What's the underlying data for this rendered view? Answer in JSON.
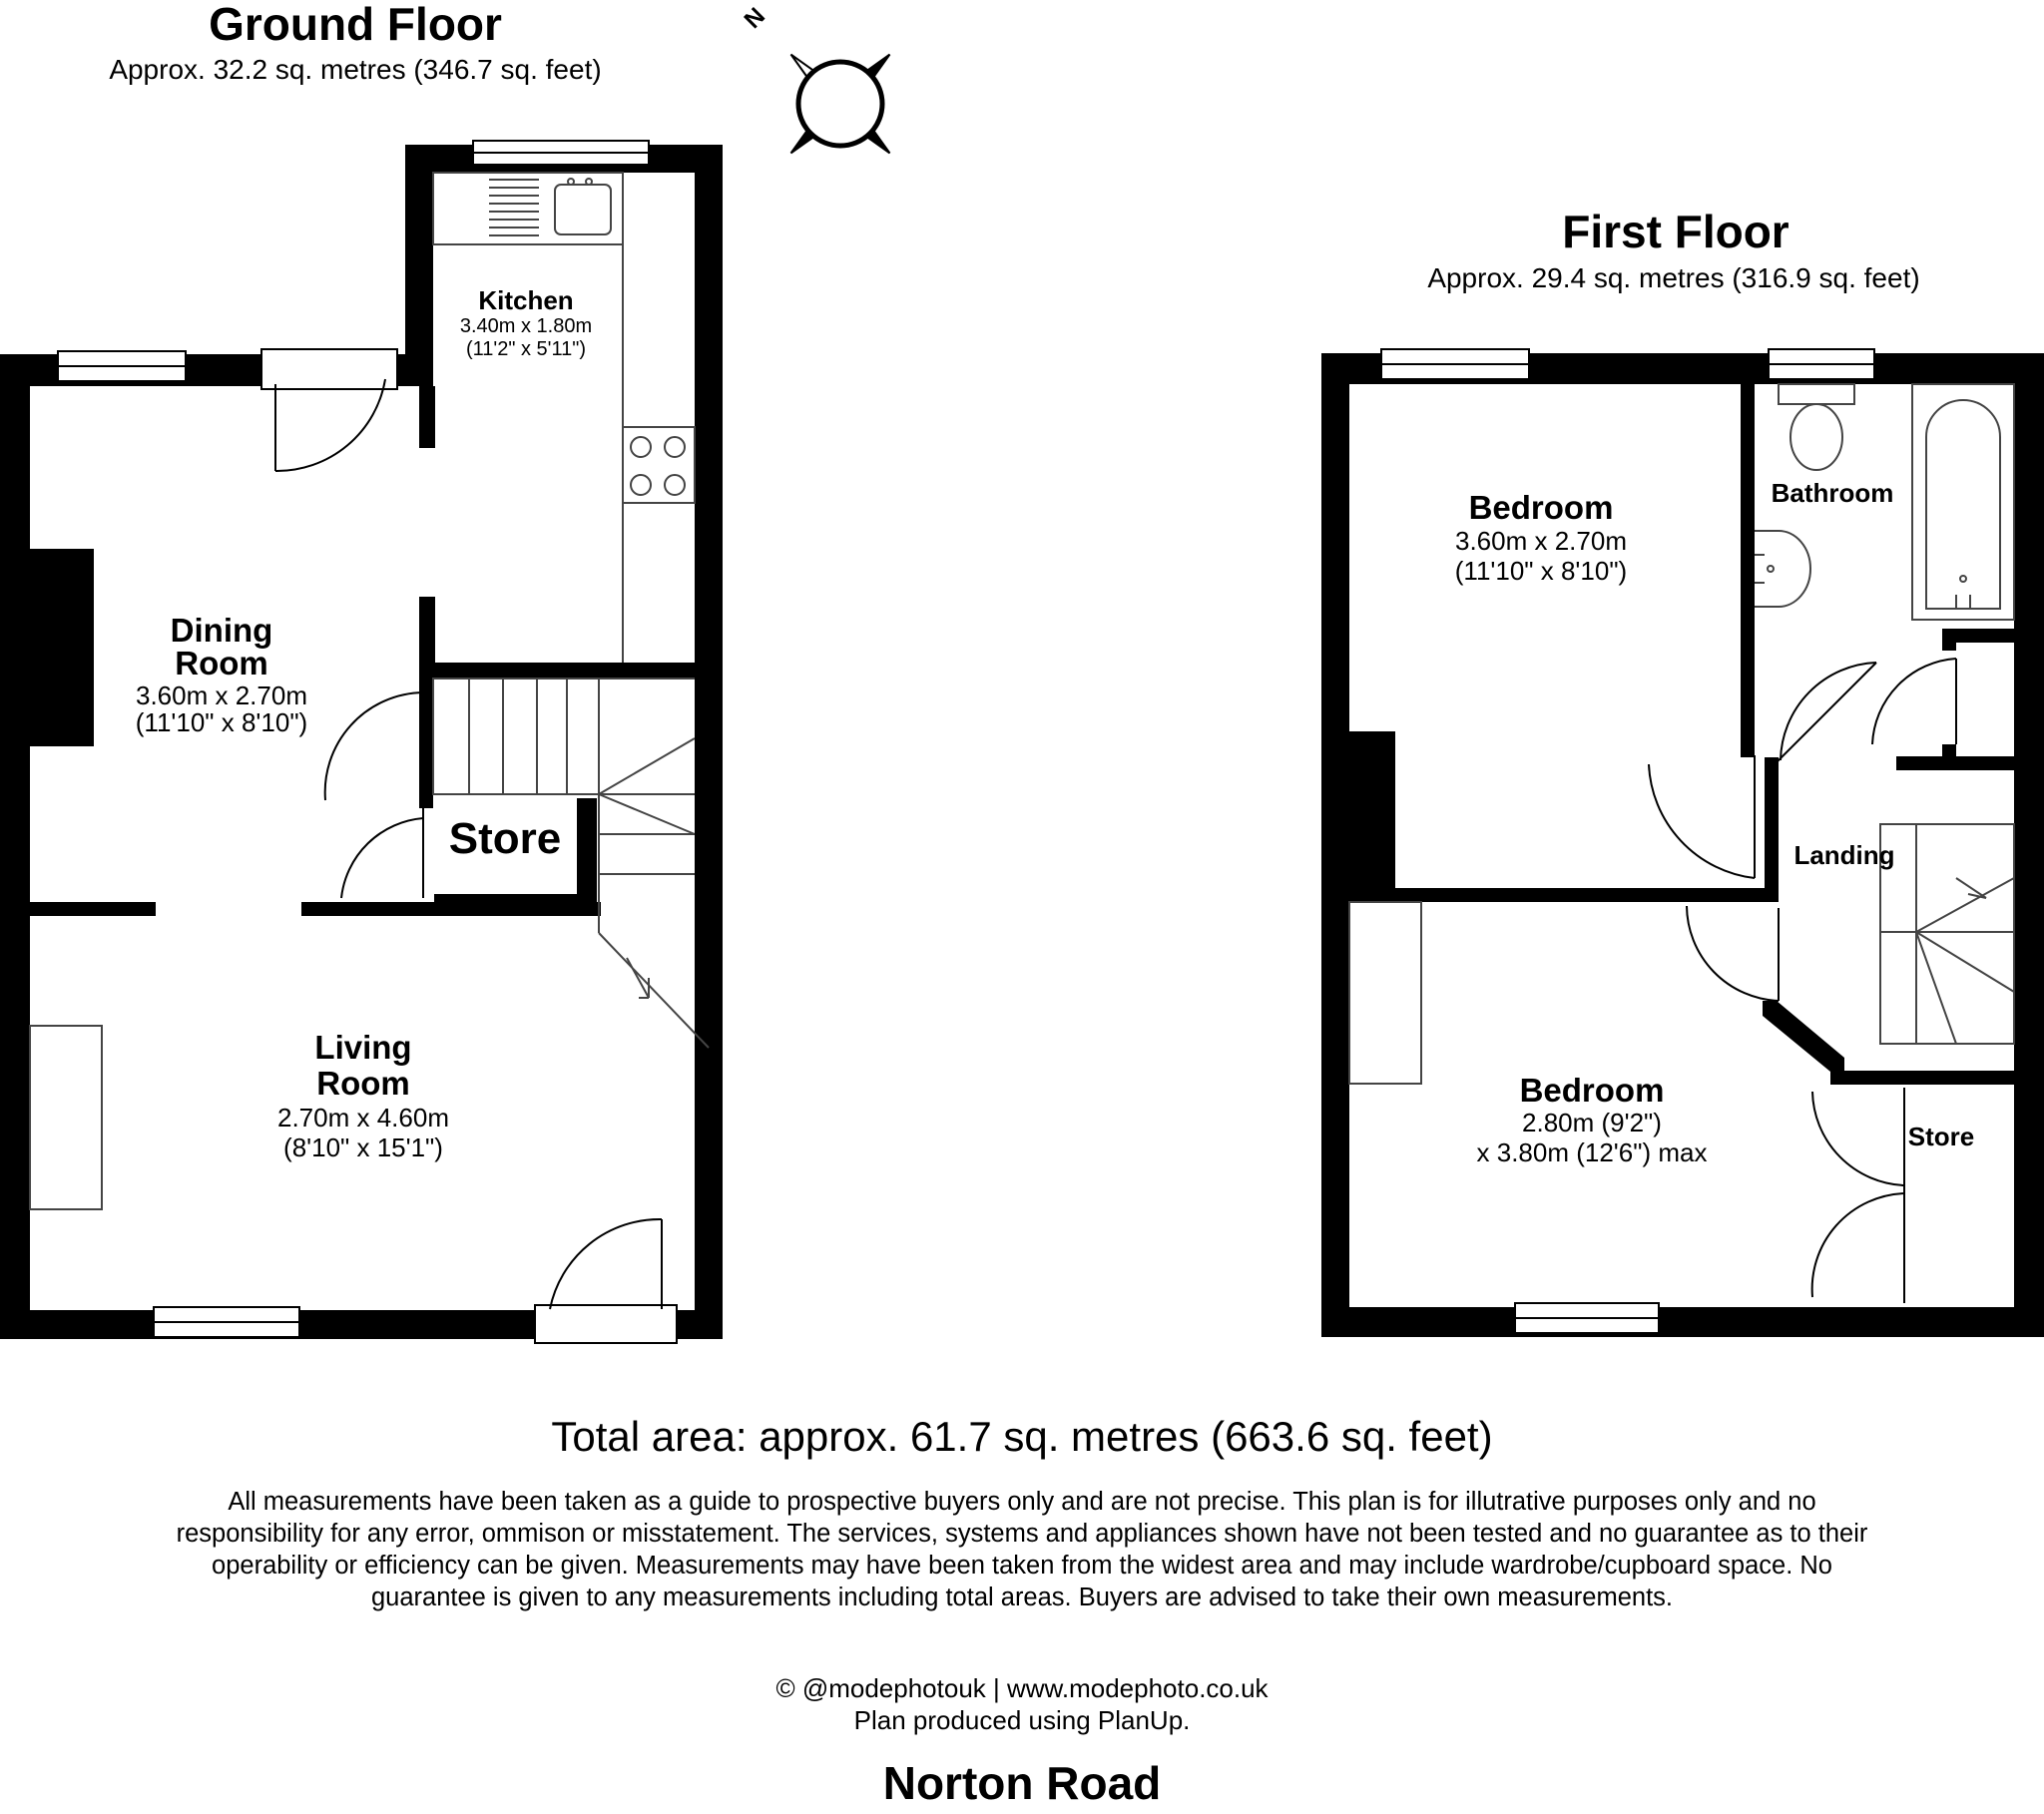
{
  "ground_floor": {
    "title": "Ground Floor",
    "area": "Approx. 32.2 sq. metres (346.7 sq. feet)",
    "rooms": {
      "kitchen": {
        "name": "Kitchen",
        "dim_m": "3.40m x 1.80m",
        "dim_ft": "(11'2\" x 5'11\")"
      },
      "dining": {
        "name_line1": "Dining",
        "name_line2": "Room",
        "dim_m": "3.60m x 2.70m",
        "dim_ft": "(11'10\" x 8'10\")"
      },
      "store": {
        "name": "Store"
      },
      "living": {
        "name_line1": "Living",
        "name_line2": "Room",
        "dim_m": "2.70m x 4.60m",
        "dim_ft": "(8'10\" x 15'1\")"
      }
    }
  },
  "first_floor": {
    "title": "First Floor",
    "area": "Approx. 29.4 sq. metres (316.9 sq. feet)",
    "rooms": {
      "bedroom1": {
        "name": "Bedroom",
        "dim_m": "3.60m x 2.70m",
        "dim_ft": "(11'10\" x 8'10\")"
      },
      "bathroom": {
        "name": "Bathroom"
      },
      "landing": {
        "name": "Landing"
      },
      "bedroom2": {
        "name": "Bedroom",
        "dim_line1": "2.80m (9'2\")",
        "dim_line2": "x 3.80m (12'6\") max"
      },
      "store": {
        "name": "Store"
      }
    }
  },
  "compass": {
    "label": "N"
  },
  "footer": {
    "total_area": "Total area: approx. 61.7 sq. metres (663.6 sq. feet)",
    "disclaimer": "All measurements have been taken as a guide to prospective buyers only and are not precise. This plan is for illutrative purposes only and no responsibility for any error, ommison or misstatement. The services, systems and appliances shown have not been tested and no guarantee as to their operability or efficiency can be given. Measurements may have been taken from the widest area and may include wardrobe/cupboard space. No guarantee is given to any measurements including total areas. Buyers are advised to take their own measurements.",
    "credit_line1": "© @modephotouk | www.modephoto.co.uk",
    "credit_line2": "Plan produced using PlanUp.",
    "street": "Norton Road"
  },
  "colors": {
    "wall": "#000000",
    "background": "#ffffff",
    "fixture": "#444444"
  }
}
